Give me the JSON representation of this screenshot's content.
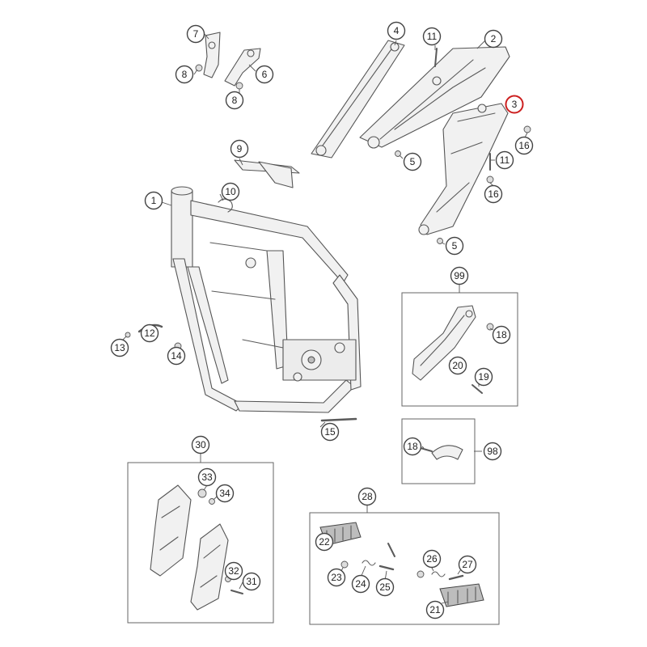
{
  "callouts": {
    "c1": "1",
    "c2": "2",
    "c3": "3",
    "c4": "4",
    "c5a": "5",
    "c5b": "5",
    "c6": "6",
    "c7": "7",
    "c8a": "8",
    "c8b": "8",
    "c9": "9",
    "c10": "10",
    "c11a": "11",
    "c11b": "11",
    "c12": "12",
    "c13": "13",
    "c14": "14",
    "c15": "15",
    "c16a": "16",
    "c16b": "16",
    "c18a": "18",
    "c18b": "18",
    "c19": "19",
    "c20": "20",
    "c21": "21",
    "c22": "22",
    "c23": "23",
    "c24": "24",
    "c25": "25",
    "c26": "26",
    "c27": "27",
    "c28": "28",
    "c30": "30",
    "c31": "31",
    "c32": "32",
    "c33": "33",
    "c34": "34",
    "c98": "98",
    "c99": "99"
  },
  "highlight": {
    "callout": "c3",
    "color": "#cc1f1f"
  },
  "colors": {
    "line": "#555555",
    "fill": "#f1f1f1",
    "highlight": "#cc1f1f"
  }
}
